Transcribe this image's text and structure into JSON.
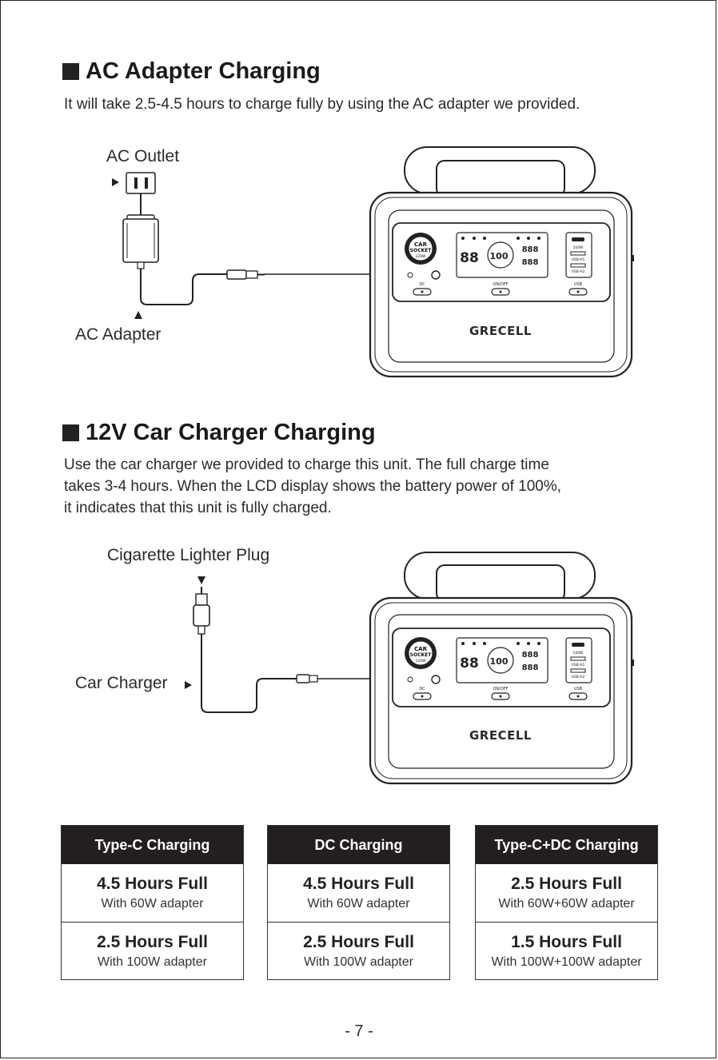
{
  "section_ac": {
    "title": "AC Adapter Charging",
    "description": "It will take 2.5-4.5 hours to charge fully by using the AC adapter we provided.",
    "label_outlet": "AC Outlet",
    "label_adapter": "AC Adapter"
  },
  "section_car": {
    "title": "12V Car Charger Charging",
    "description_lines": [
      "Use the car charger we provided to charge this unit. The full charge time",
      "takes 3-4 hours. When the LCD display shows the battery power of 100%,",
      "it indicates that this unit is fully charged."
    ],
    "label_plug": "Cigarette Lighter Plug",
    "label_charger": "Car Charger"
  },
  "device": {
    "brand": "GRECELL",
    "socket_line1": "CAR",
    "socket_line2": "SOCKET",
    "socket_line3": "120W",
    "lcd_left": "88",
    "lcd_percent": "100",
    "lcd_right_top": "888",
    "lcd_right_bottom": "888",
    "btn_dc": "DC",
    "btn_onoff": "ON/OFF",
    "btn_usb": "USB",
    "port_usb_a1": "USB-A1",
    "port_usb_a2": "USB-A2",
    "port_usb_c": "100W"
  },
  "tables": [
    {
      "header": "Type-C Charging",
      "rows": [
        {
          "time": "4.5 Hours Full",
          "note": "With 60W adapter"
        },
        {
          "time": "2.5 Hours Full",
          "note": "With 100W adapter"
        }
      ]
    },
    {
      "header": "DC Charging",
      "rows": [
        {
          "time": "4.5 Hours Full",
          "note": "With 60W adapter"
        },
        {
          "time": "2.5 Hours Full",
          "note": "With 100W adapter"
        }
      ]
    },
    {
      "header": "Type-C+DC Charging",
      "rows": [
        {
          "time": "2.5 Hours Full",
          "note": "With 60W+60W adapter"
        },
        {
          "time": "1.5 Hours Full",
          "note": "With 100W+100W adapter"
        }
      ]
    }
  ],
  "page_number": "- 7 -"
}
